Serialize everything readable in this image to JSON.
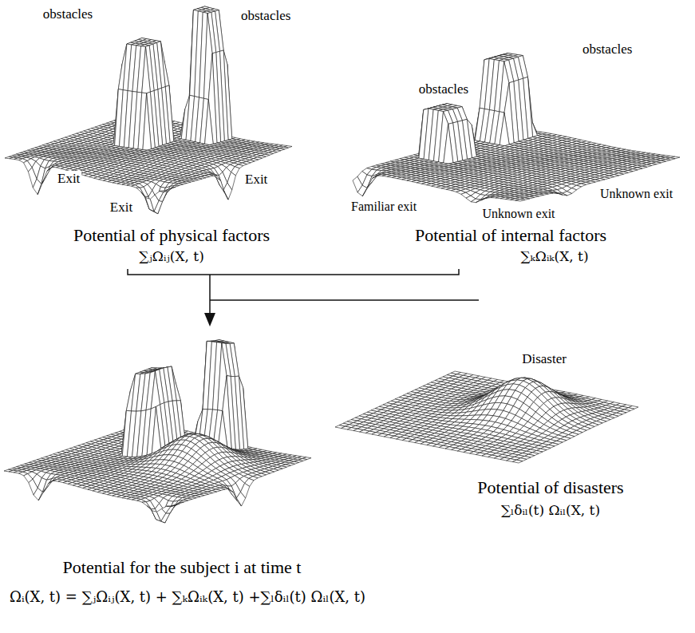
{
  "diagram": {
    "labels": [
      "obstacles",
      "obstacles",
      "Exit",
      "Exit",
      "Exit",
      "Potential of physical factors",
      "∑ⱼΩᵢⱼ(X, t)",
      "obstacles",
      "obstacles",
      "Familiar exit",
      "Unknown exit",
      "Unknown exit",
      "Potential of internal factors",
      "∑ₖΩᵢₖ(X, t)",
      "Disaster",
      "Potential of disasters",
      "∑ₗδᵢₗ(t) Ωᵢₗ(X, t)",
      "Potential for the subject i at time t",
      "Ωᵢ(X, t) = ∑ⱼΩᵢⱼ(X, t) + ∑ₖΩᵢₖ(X, t) +∑ₗδᵢₗ(t) Ωᵢₗ(X, t)"
    ]
  }
}
